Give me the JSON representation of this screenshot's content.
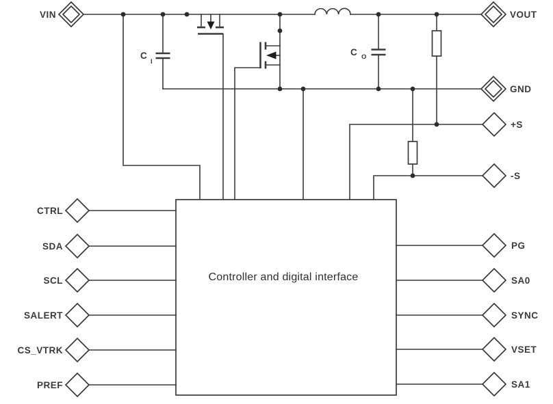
{
  "colors": {
    "line": "#3a3a3a",
    "text": "#3a3a3a",
    "background": "#ffffff"
  },
  "box_label": "Controller and digital interface",
  "terminals": {
    "vin": {
      "label": "VIN"
    },
    "vout": {
      "label": "VOUT"
    },
    "gnd": {
      "label": "GND"
    },
    "sense_plus": {
      "label": "+S"
    },
    "sense_minus": {
      "label": "-S"
    }
  },
  "left_pins": [
    {
      "label": "CTRL"
    },
    {
      "label": "SDA"
    },
    {
      "label": "SCL"
    },
    {
      "label": "SALERT"
    },
    {
      "label": "CS_VTRK"
    },
    {
      "label": "PREF"
    }
  ],
  "right_pins": [
    {
      "label": "PG"
    },
    {
      "label": "SA0"
    },
    {
      "label": "SYNC"
    },
    {
      "label": "VSET"
    },
    {
      "label": "SA1"
    }
  ],
  "components": {
    "input_cap": {
      "label": "C",
      "sub": "I"
    },
    "output_cap": {
      "label": "C",
      "sub": "O"
    }
  }
}
